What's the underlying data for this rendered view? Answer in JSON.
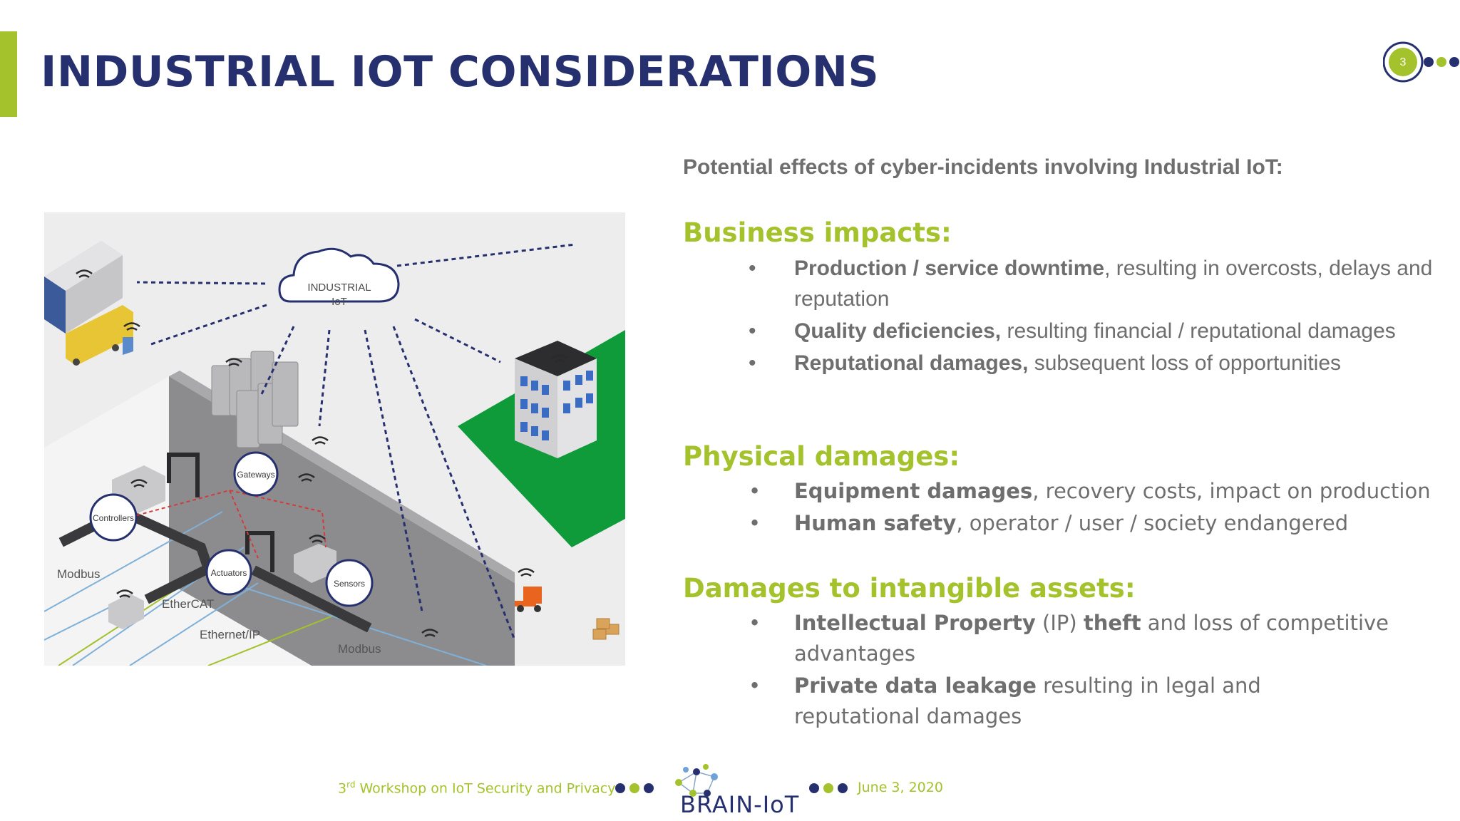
{
  "slide": {
    "title": "INDUSTRIAL IOT CONSIDERATIONS",
    "page_number": "3"
  },
  "illustration": {
    "cloud_label_1": "INDUSTRIAL",
    "cloud_label_2": "IoT",
    "gateways": "Gateways",
    "controllers": "Controllers",
    "actuators": "Actuators",
    "sensors": "Sensors",
    "modbus_left": "Modbus",
    "ethercat": "EtherCAT",
    "ethernet_ip": "Ethernet/IP",
    "modbus_bottom": "Modbus"
  },
  "content": {
    "intro": "Potential effects of cyber-incidents involving Industrial IoT:",
    "sections": [
      {
        "title": "Business impacts:",
        "items": [
          {
            "bold": "Production / service downtime",
            "rest": ", resulting in overcosts, delays and reputation"
          },
          {
            "bold": "Quality deficiencies,",
            "rest": " resulting financial / reputational damages"
          },
          {
            "bold": "Reputational damages,",
            "rest": " subsequent loss of opportunities"
          }
        ]
      },
      {
        "title": "Physical damages:",
        "items": [
          {
            "bold": "Equipment damages",
            "rest": ", recovery costs, impact on production"
          },
          {
            "bold": "Human safety",
            "rest": ", operator / user / society endangered"
          }
        ]
      },
      {
        "title": "Damages to intangible assets:",
        "items": [
          {
            "bold": "Intellectual Property",
            "mid": " (IP) ",
            "bold2": "theft",
            "rest": " and loss of competitive advantages"
          },
          {
            "bold": "Private data leakage",
            "rest": " resulting in legal and reputational damages"
          }
        ]
      }
    ],
    "bullet_char": "•"
  },
  "footer": {
    "workshop_num": "3",
    "workshop_sup": "rd",
    "workshop_text": " Workshop on IoT Security and Privacy",
    "logo_text": "BRAIN-IoT",
    "date": "June 3, 2020"
  },
  "colors": {
    "navy": "#26306f",
    "green": "#a3c22b",
    "gray_text": "#6e6e6e"
  }
}
